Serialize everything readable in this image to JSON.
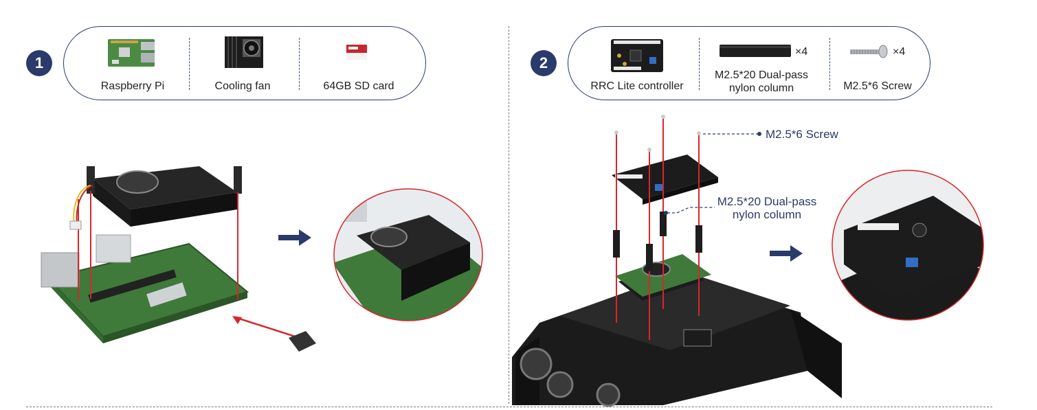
{
  "step1": {
    "number": "1",
    "items": [
      {
        "label": "Raspberry Pi",
        "icon": "raspberry-pi-board-icon"
      },
      {
        "label": "Cooling fan",
        "icon": "cooling-fan-icon"
      },
      {
        "label": "64GB SD card",
        "icon": "sd-card-icon"
      }
    ]
  },
  "step2": {
    "number": "2",
    "items": [
      {
        "label": "RRC Lite controller",
        "icon": "controller-board-icon",
        "qty": ""
      },
      {
        "label": "M2.5*20 Dual-pass\nnylon column",
        "icon": "nylon-column-icon",
        "qty": "×4"
      },
      {
        "label": "M2.5*6 Screw",
        "icon": "screw-icon",
        "qty": "×4"
      }
    ],
    "callouts": {
      "screw": "M2.5*6 Screw",
      "column_line1": "M2.5*20 Dual-pass",
      "column_line2": "nylon column"
    }
  },
  "colors": {
    "accent": "#2a3a6b",
    "guide_line": "#d8262b",
    "board_green": "#3f7a3a",
    "heatsink": "#1c1c1c"
  }
}
